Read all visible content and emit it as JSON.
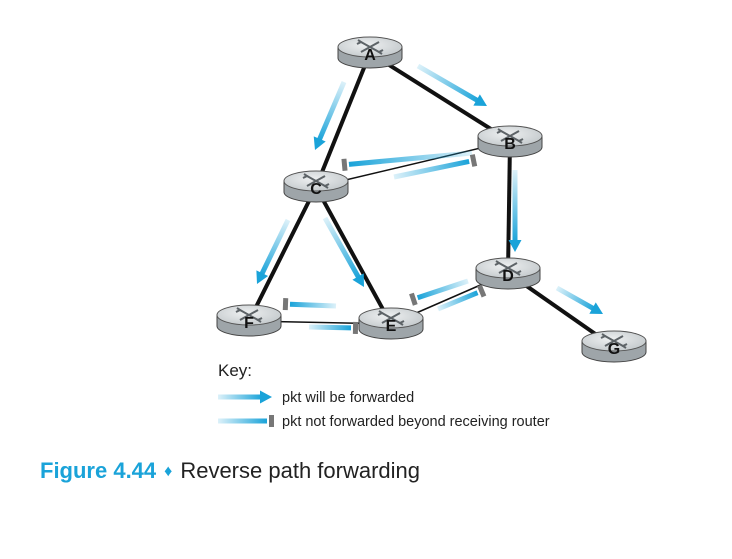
{
  "figure": {
    "number": "Figure 4.44",
    "separator": "♦",
    "title": "Reverse path forwarding"
  },
  "routers": {
    "A": "A",
    "B": "B",
    "C": "C",
    "D": "D",
    "E": "E",
    "F": "F",
    "G": "G"
  },
  "key": {
    "heading": "Key:",
    "forwarded_label": "pkt will be forwarded",
    "not_forwarded_label": "pkt not forwarded beyond receiving router"
  },
  "colors": {
    "arrow": "#1aa3d9",
    "blocked_marker": "#777777",
    "link": "#111111",
    "router_fill": "#cfd4d6",
    "caption_accent": "#1aa3d9"
  }
}
